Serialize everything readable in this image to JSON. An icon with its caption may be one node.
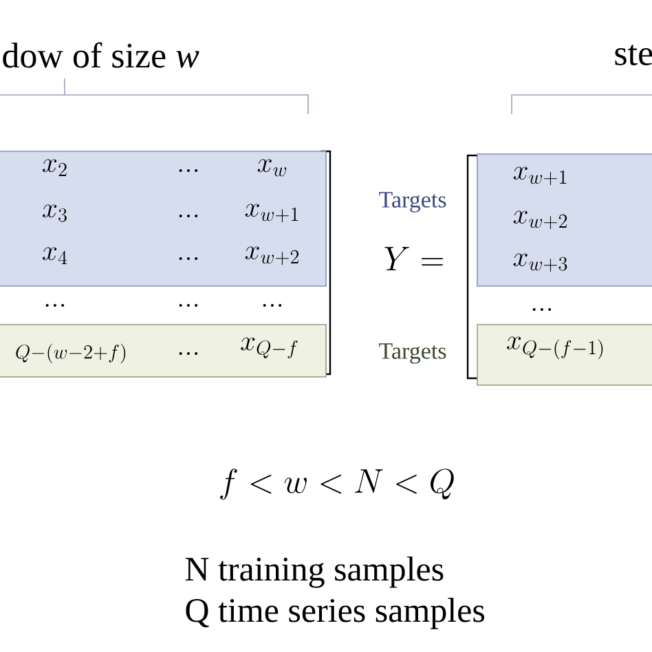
{
  "diagram": {
    "nodes": [
      {
        "text": [
          "x_{2}",
          "...",
          "x_{w}",
          "x_{3}",
          "...",
          "x_{w+1}",
          "x_{4}",
          "...",
          "x_{w+2}"
        ]
      },
      {
        "text": [
          "_{Q-(w-2+f)}",
          "...",
          "x_{Q-f}"
        ]
      },
      {
        "text": [
          "x_{w+1}",
          "x_{w+2}",
          "x_{w+3}"
        ]
      },
      {
        "text": [
          "x_{Q-(f-1)}"
        ]
      }
    ],
    "labels": [
      "dow of size *w*",
      "ste",
      "...",
      "...",
      "...",
      "Targets",
      "Y =",
      "...",
      "Targets",
      "f < w < N < Q",
      "N training samples",
      "Q time series samples"
    ]
  }
}
